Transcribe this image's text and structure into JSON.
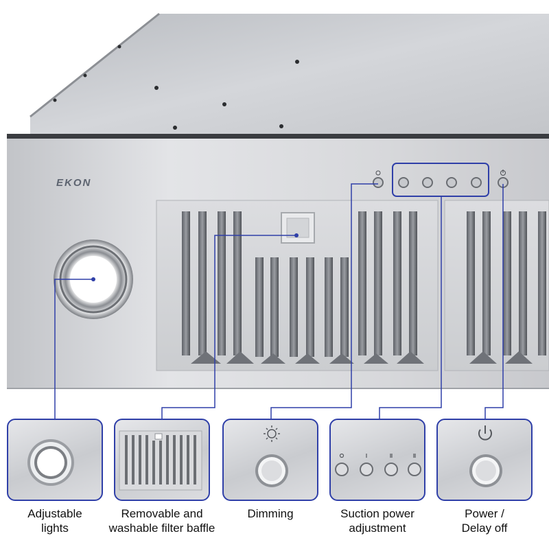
{
  "product": {
    "brand": "EKON"
  },
  "features": [
    {
      "id": "lights",
      "label_line1": "Adjustable",
      "label_line2": "lights",
      "icon": "ring-light-icon"
    },
    {
      "id": "filter",
      "label_line1": "Removable and",
      "label_line2": "washable filter baffle",
      "icon": "filter-baffle-icon"
    },
    {
      "id": "dimming",
      "label_line1": "Dimming",
      "label_line2": "",
      "icon": "sun-icon"
    },
    {
      "id": "suction",
      "label_line1": "Suction power",
      "label_line2": "adjustment",
      "icon": "speed-buttons-icon"
    },
    {
      "id": "power",
      "label_line1": "Power /",
      "label_line2": "Delay off",
      "icon": "power-icon"
    }
  ],
  "colors": {
    "accent": "#2f3fa8",
    "steel": "#c9cbcf",
    "text": "#111111"
  }
}
